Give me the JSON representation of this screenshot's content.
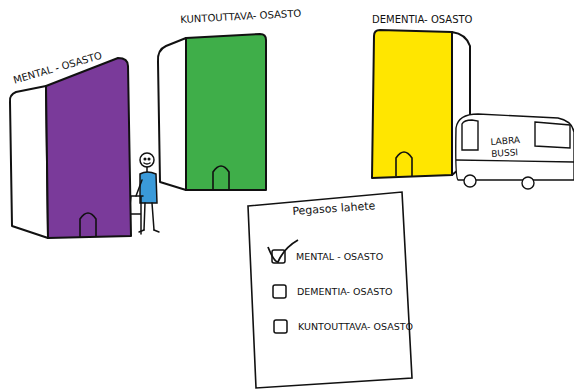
{
  "diagram": {
    "nodes": [
      {
        "text": [
          "MENTAL - OSASTO"
        ]
      },
      {
        "text": [
          "KUNTOUTTAVA- OSASTO"
        ]
      },
      {
        "text": [
          "DEMENTIA- OSASTO"
        ]
      },
      {
        "text": [
          "LABRA BUSSI"
        ]
      },
      {
        "text": [
          "Pegasos lahete",
          "MENTAL - OSASTO",
          "DEMENTIA- OSASTO",
          "KUNTOUTTAVA- OSASTO"
        ]
      }
    ]
  }
}
